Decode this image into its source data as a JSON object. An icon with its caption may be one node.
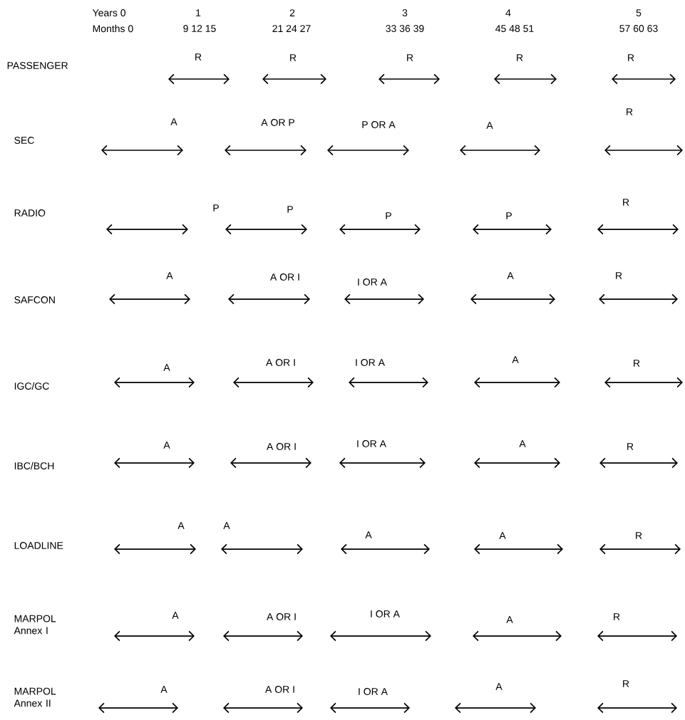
{
  "diagram": {
    "labels": [
      "Years 0",
      "1",
      "2",
      "3",
      "4",
      "5",
      "Months 0",
      "9 12 15",
      "21 24 27",
      "33 36 39",
      "45 48 51",
      "57 60 63",
      "PASSENGER",
      "R",
      "R",
      "R",
      "R",
      "R",
      "SEC",
      "A",
      "A OR P",
      "P OR A",
      "A",
      "R",
      "RADIO",
      "P",
      "P",
      "P",
      "P",
      "R",
      "SAFCON",
      "A",
      "A OR I",
      "I OR A",
      "A",
      "R",
      "IGC/GC",
      "A",
      "A OR I",
      "I OR A",
      "A",
      "R",
      "IBC/BCH",
      "A",
      "A OR I",
      "I OR A",
      "A",
      "R",
      "LOADLINE",
      "A",
      "A",
      "A",
      "A",
      "R",
      "MARPOL Annex I",
      "A",
      "A OR I",
      "I OR A",
      "A",
      "R",
      "MARPOL Annex II",
      "A",
      "A OR I",
      "I OR A",
      "A",
      "R"
    ]
  }
}
